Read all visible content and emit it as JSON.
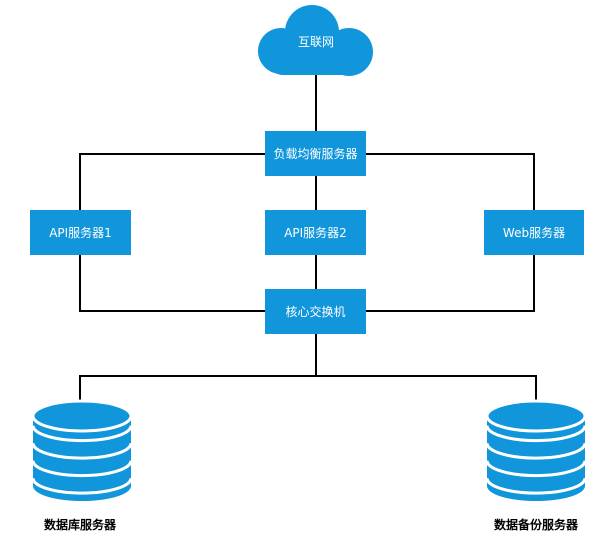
{
  "colors": {
    "node_fill": "#1296DB",
    "line": "#000000",
    "db_fill": "#1296DB",
    "db_stripe": "#ffffff"
  },
  "nodes": {
    "internet": {
      "label": "互联网",
      "icon": "cloud-icon"
    },
    "load_balancer": {
      "label": "负载均衡服务器"
    },
    "api_server_1": {
      "label": "API服务器1"
    },
    "api_server_2": {
      "label": "API服务器2"
    },
    "web_server": {
      "label": "Web服务器"
    },
    "core_switch": {
      "label": "核心交换机"
    },
    "database_server": {
      "label": "数据库服务器",
      "icon": "database-icon"
    },
    "backup_server": {
      "label": "数据备份服务器",
      "icon": "database-icon"
    }
  }
}
